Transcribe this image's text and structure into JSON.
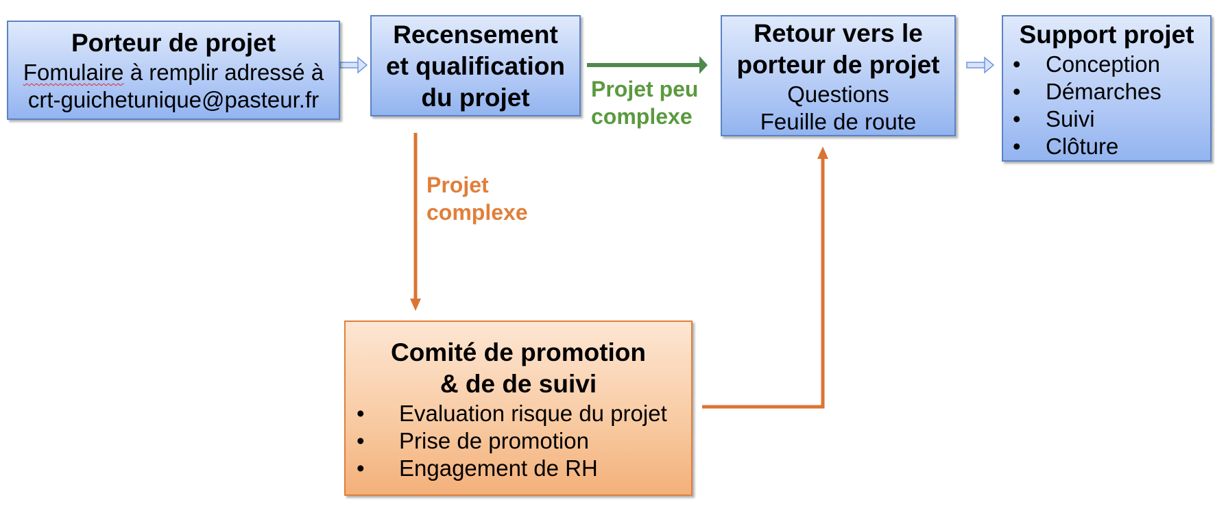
{
  "boxes": {
    "porteur": {
      "title": "Porteur de projet",
      "line1_word": "Fomulaire",
      "line1_rest": " à remplir adressé à",
      "line2": "crt-guichetunique@pasteur.fr"
    },
    "recensement": {
      "line1": "Recensement",
      "line2": "et qualification",
      "line3": "du projet"
    },
    "retour": {
      "line1": "Retour vers le",
      "line2": "porteur de projet",
      "line3": "Questions",
      "line4": "Feuille de route"
    },
    "support": {
      "title": "Support projet",
      "items": [
        "Conception",
        "Démarches",
        "Suivi",
        "Clôture"
      ]
    },
    "comite": {
      "line1": "Comité de promotion",
      "line2": "& de de suivi",
      "items": [
        "Evaluation risque du projet",
        "Prise de promotion",
        "Engagement de RH"
      ]
    }
  },
  "labels": {
    "simple_line1": "Projet peu",
    "simple_line2": "complexe",
    "complex_line1": "Projet",
    "complex_line2": "complexe"
  },
  "bullet_char": "•",
  "colors": {
    "blue_fill": "#b7cdf6",
    "blue_border": "#5b82c4",
    "orange_fill": "#f8c9a0",
    "orange_border": "#e07f3a",
    "green_label": "#5a9a3e",
    "orange_label": "#e07f3a",
    "arrow_blue": "#7aa0e0",
    "arrow_green": "#4f8a4c",
    "arrow_orange": "#db7433"
  }
}
